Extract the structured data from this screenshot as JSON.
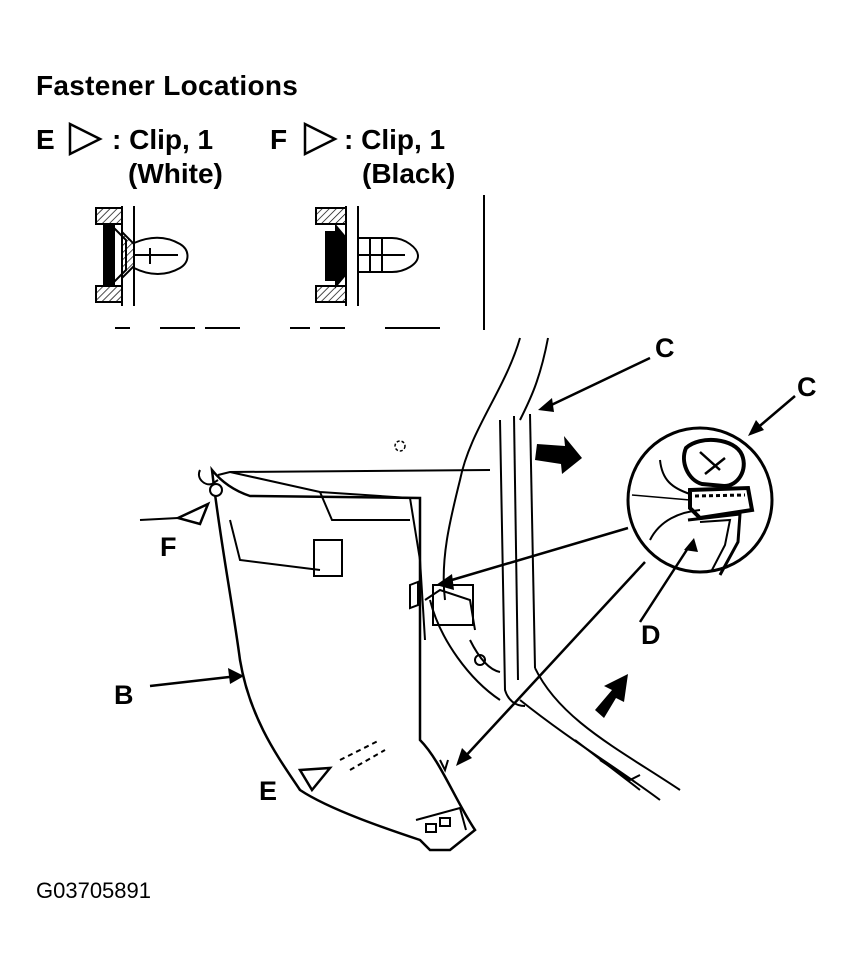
{
  "title": "Fastener Locations",
  "legend": {
    "e": {
      "letter": "E",
      "text": ": Clip, 1",
      "color_note": "(White)"
    },
    "f": {
      "letter": "F",
      "text": ": Clip, 1",
      "color_note": "(Black)"
    }
  },
  "callouts": {
    "c1": "C",
    "c2": "C",
    "d": "D",
    "f": "F",
    "b": "B",
    "e": "E"
  },
  "figure_id": "G03705891"
}
